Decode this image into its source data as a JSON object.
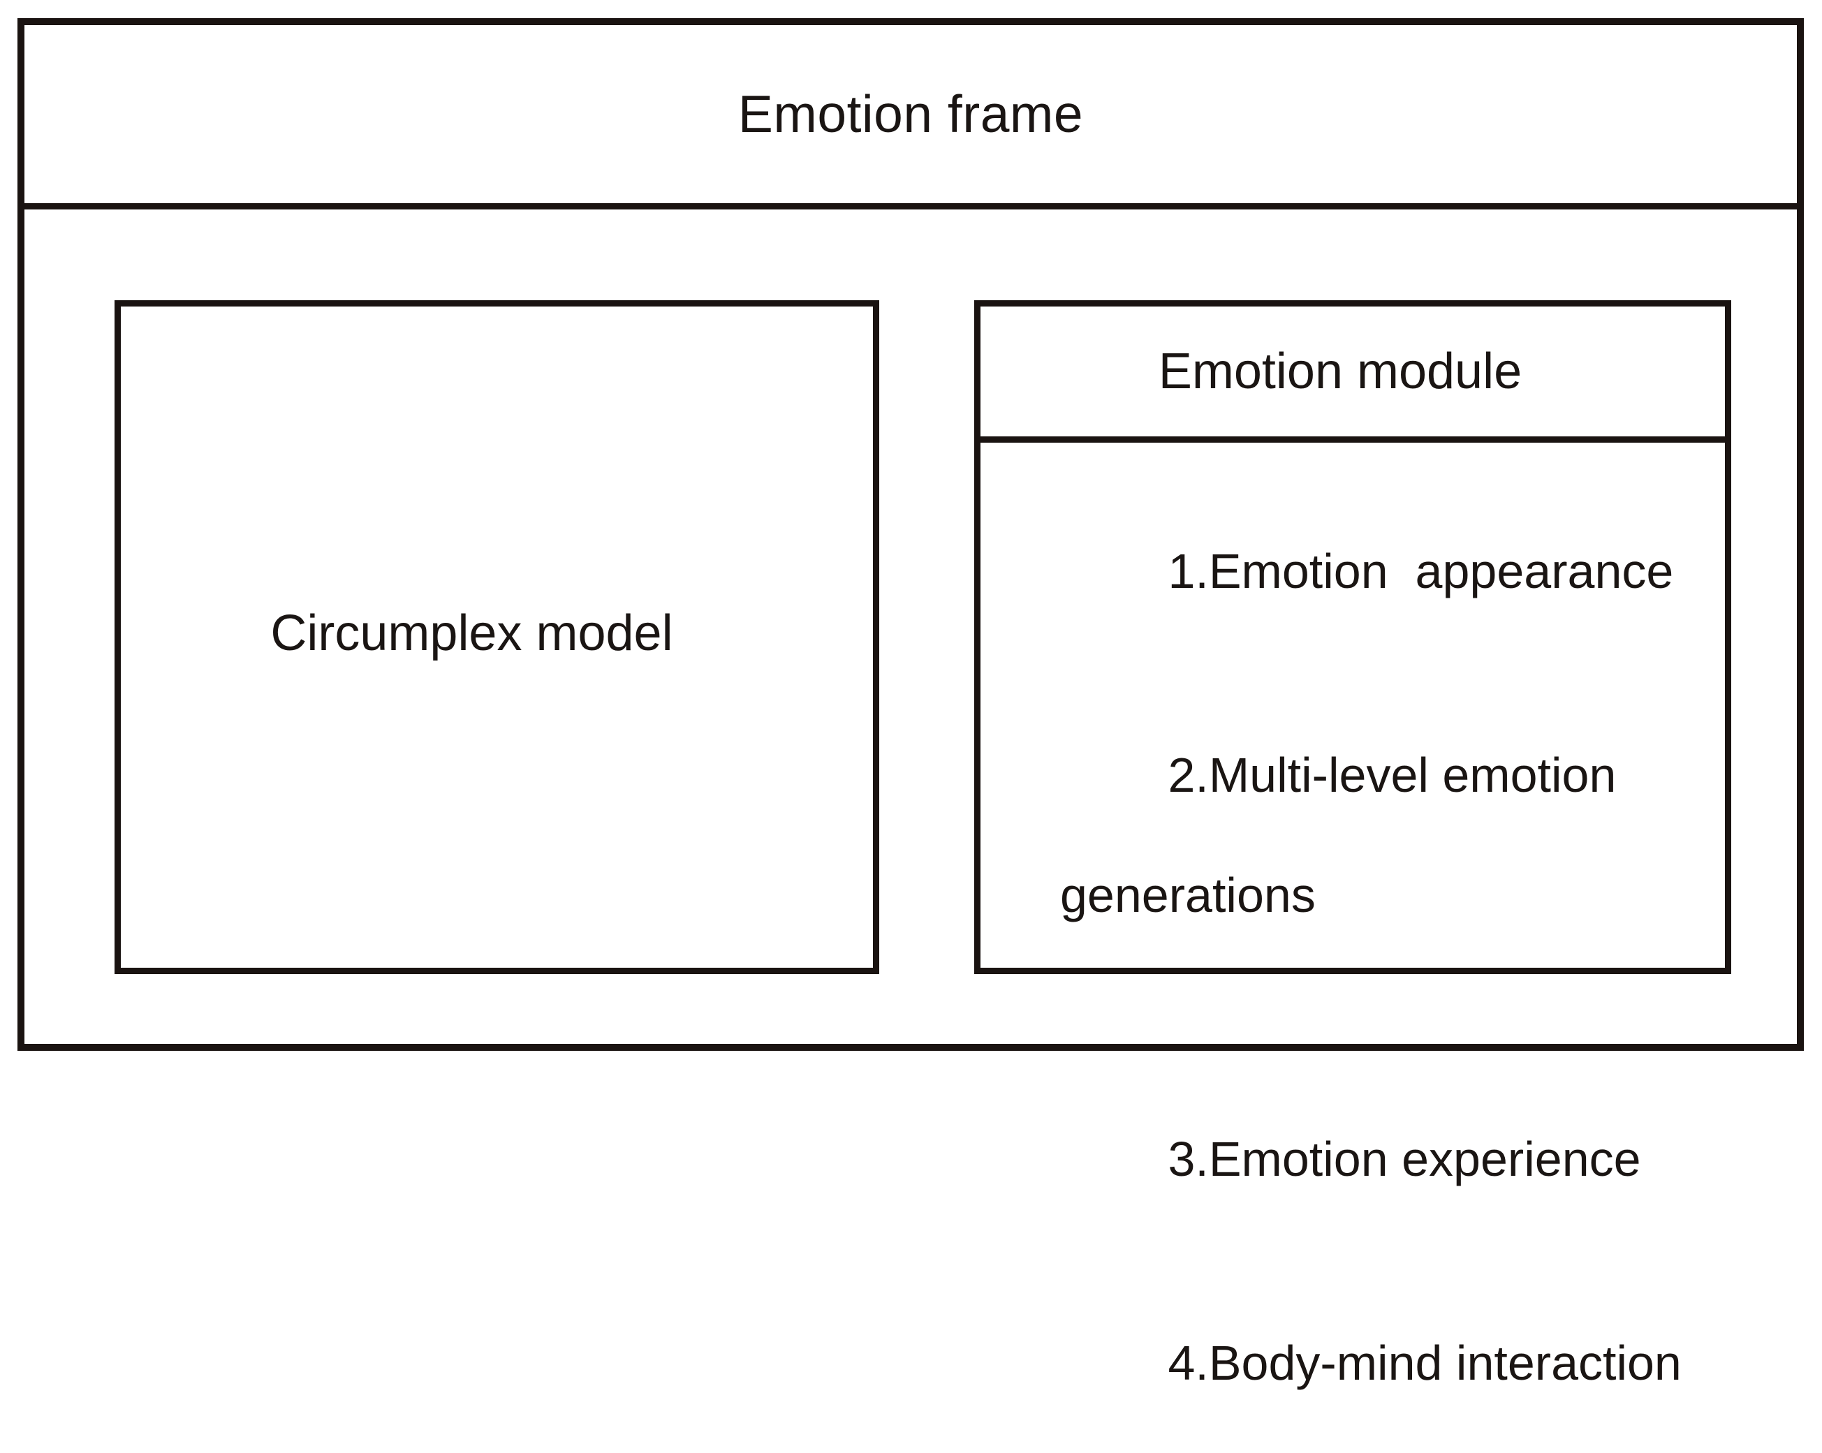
{
  "diagram": {
    "frame": {
      "title": "Emotion frame"
    },
    "left_box": {
      "label": "Circumplex model"
    },
    "module": {
      "title": "Emotion  module",
      "items": [
        {
          "text": "1.Emotion  appearance",
          "continuation": ""
        },
        {
          "text": "2.Multi-level emotion",
          "continuation": "generations"
        },
        {
          "text": "3.Emotion experience",
          "continuation": ""
        },
        {
          "text": "4.Body-mind interaction",
          "continuation": ""
        }
      ]
    },
    "colors": {
      "border": "#1a1311",
      "background": "#ffffff",
      "text": "#1a1513"
    }
  }
}
